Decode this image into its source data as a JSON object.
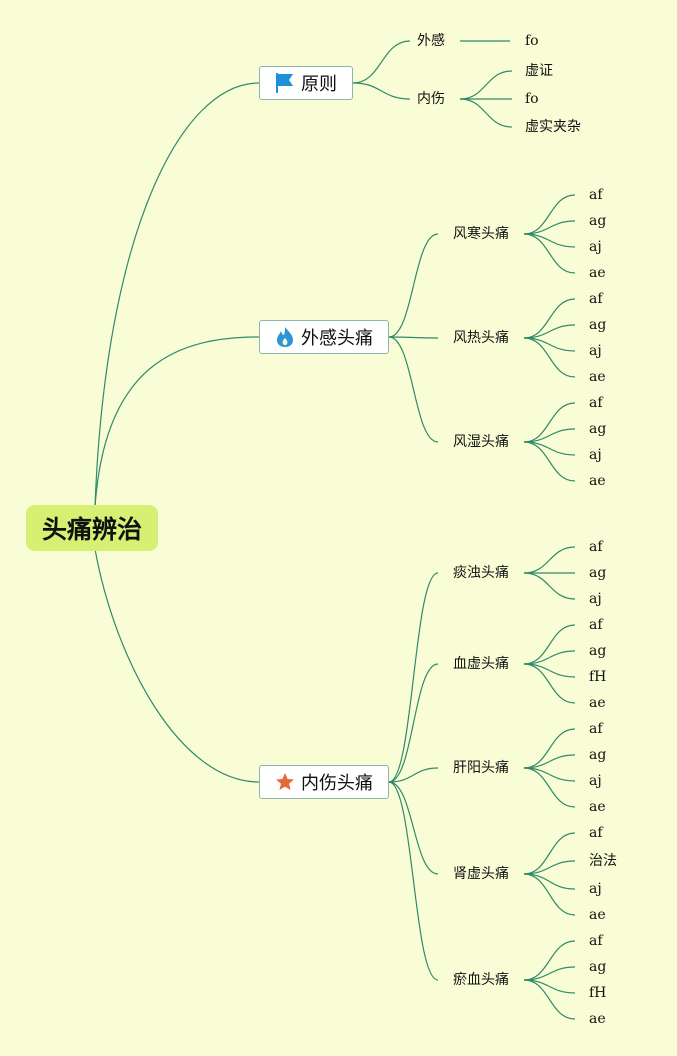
{
  "root": {
    "label": "头痛辨治"
  },
  "branches": [
    {
      "label": "原则",
      "icon": "flag-icon",
      "icon_color": "#1e8fd8",
      "children": [
        {
          "label": "外感",
          "leaves": [
            "fo"
          ]
        },
        {
          "label": "内伤",
          "leaves": [
            "虚证",
            "fo",
            "虚实夹杂"
          ]
        }
      ]
    },
    {
      "label": "外感头痛",
      "icon": "fire-icon",
      "icon_color": "#2b95d8",
      "children": [
        {
          "label": "风寒头痛",
          "leaves": [
            "af",
            "ag",
            "aj",
            "ae"
          ]
        },
        {
          "label": "风热头痛",
          "leaves": [
            "af",
            "ag",
            "aj",
            "ae"
          ]
        },
        {
          "label": "风湿头痛",
          "leaves": [
            "af",
            "ag",
            "aj",
            "ae"
          ]
        }
      ]
    },
    {
      "label": "内伤头痛",
      "icon": "star-icon",
      "icon_color": "#e4683a",
      "children": [
        {
          "label": "痰浊头痛",
          "leaves": [
            "af",
            "ag",
            "aj"
          ]
        },
        {
          "label": "血虚头痛",
          "leaves": [
            "af",
            "ag",
            "fH",
            "ae"
          ]
        },
        {
          "label": "肝阳头痛",
          "leaves": [
            "af",
            "ag",
            "aj",
            "ae"
          ]
        },
        {
          "label": "肾虚头痛",
          "leaves": [
            "af",
            "治法",
            "aj",
            "ae"
          ]
        },
        {
          "label": "瘀血头痛",
          "leaves": [
            "af",
            "ag",
            "fH",
            "ae"
          ]
        }
      ]
    }
  ],
  "colors": {
    "line": "#2f8a6a",
    "background": "#f9fdd6",
    "root": "#d7ef72"
  }
}
